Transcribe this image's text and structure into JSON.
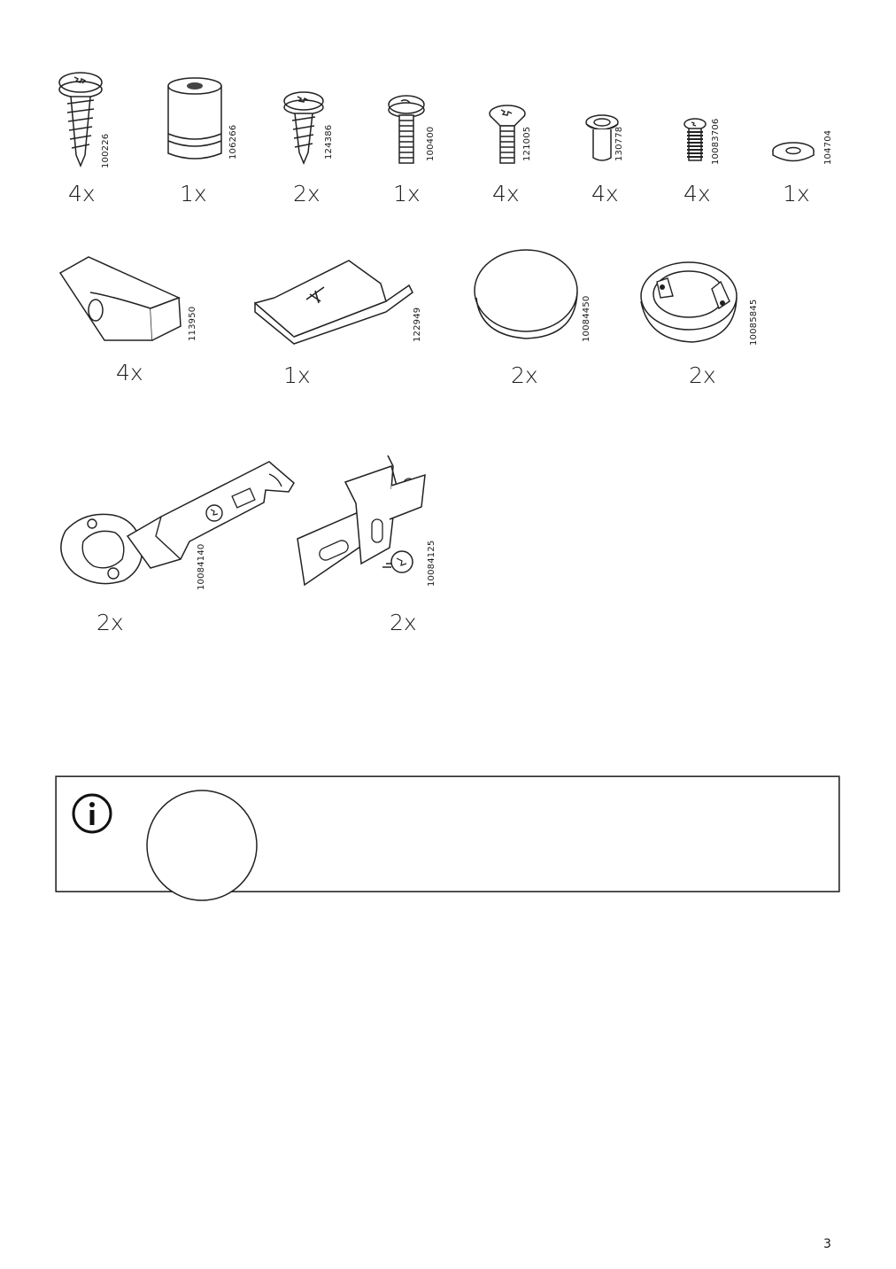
{
  "parts": [
    {
      "code": "100226",
      "qty": "4x",
      "icon": "pan-head-wood-screw-icon"
    },
    {
      "code": "106266",
      "qty": "1x",
      "icon": "cylinder-dowel-icon"
    },
    {
      "code": "124386",
      "qty": "2x",
      "icon": "short-wood-screw-icon"
    },
    {
      "code": "100400",
      "qty": "1x",
      "icon": "machine-screw-icon"
    },
    {
      "code": "121005",
      "qty": "4x",
      "icon": "countersunk-screw-icon"
    },
    {
      "code": "130778",
      "qty": "4x",
      "icon": "flanged-sleeve-icon"
    },
    {
      "code": "10083706",
      "qty": "4x",
      "icon": "small-screw-icon"
    },
    {
      "code": "104704",
      "qty": "1x",
      "icon": "washer-icon"
    },
    {
      "code": "113950",
      "qty": "4x",
      "icon": "wall-bracket-icon"
    },
    {
      "code": "122949",
      "qty": "1x",
      "icon": "metal-plate-a-icon"
    },
    {
      "code": "10084450",
      "qty": "2x",
      "icon": "round-cap-icon"
    },
    {
      "code": "10085845",
      "qty": "2x",
      "icon": "round-holder-icon"
    },
    {
      "code": "10084140",
      "qty": "2x",
      "icon": "hinge-icon"
    },
    {
      "code": "10084125",
      "qty": "2x",
      "icon": "mounting-plate-icon"
    }
  ],
  "info_panel": {
    "icon": "info-icon"
  },
  "page_number": "3"
}
